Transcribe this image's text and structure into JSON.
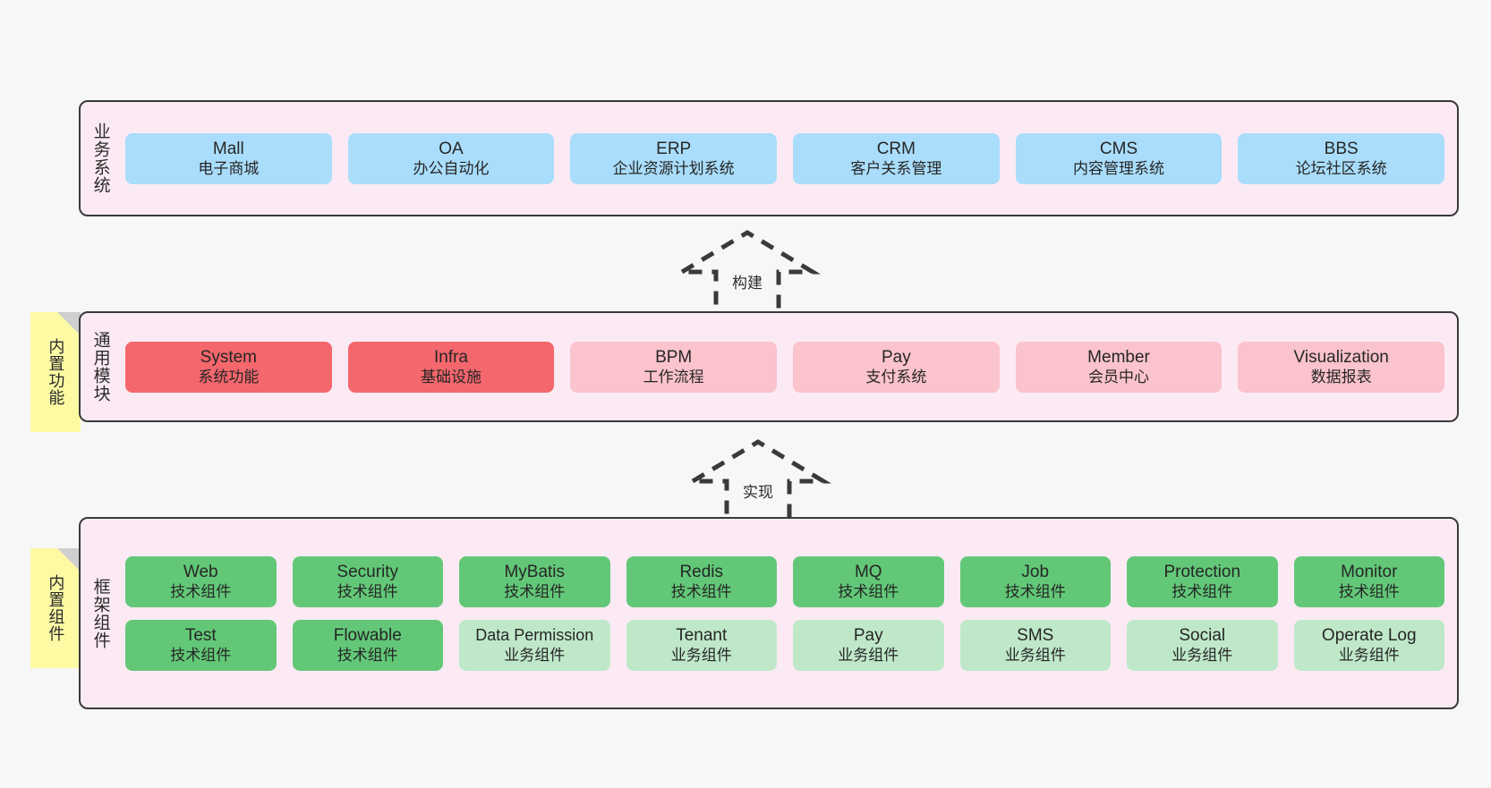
{
  "diagram": {
    "background": "#f7f7f7",
    "panel_bg": "#fbeaf4",
    "panel_border": "#3a3a3a",
    "note_bg": "#fdfaa4"
  },
  "layers": [
    {
      "id": "business",
      "title": "业务系统",
      "note": null,
      "rows": [
        [
          {
            "name": "Mall",
            "sub": "电子商城",
            "color": "#a9ddfb",
            "style": "c-blue"
          },
          {
            "name": "OA",
            "sub": "办公自动化",
            "color": "#a9ddfb",
            "style": "c-blue"
          },
          {
            "name": "ERP",
            "sub": "企业资源计划系统",
            "color": "#a9ddfb",
            "style": "c-blue"
          },
          {
            "name": "CRM",
            "sub": "客户关系管理",
            "color": "#a9ddfb",
            "style": "c-blue"
          },
          {
            "name": "CMS",
            "sub": "内容管理系统",
            "color": "#a9ddfb",
            "style": "c-blue"
          },
          {
            "name": "BBS",
            "sub": "论坛社区系统",
            "color": "#a9ddfb",
            "style": "c-blue"
          }
        ]
      ]
    },
    {
      "id": "common",
      "title": "通用模块",
      "note": "内置功能",
      "rows": [
        [
          {
            "name": "System",
            "sub": "系统功能",
            "color": "#f4676d",
            "style": "c-red"
          },
          {
            "name": "Infra",
            "sub": "基础设施",
            "color": "#f4676d",
            "style": "c-red"
          },
          {
            "name": "BPM",
            "sub": "工作流程",
            "color": "#fbc3cc",
            "style": "c-pink"
          },
          {
            "name": "Pay",
            "sub": "支付系统",
            "color": "#fbc3cc",
            "style": "c-pink"
          },
          {
            "name": "Member",
            "sub": "会员中心",
            "color": "#fbc3cc",
            "style": "c-pink"
          },
          {
            "name": "Visualization",
            "sub": "数据报表",
            "color": "#fbc3cc",
            "style": "c-pink"
          }
        ]
      ]
    },
    {
      "id": "framework",
      "title": "框架组件",
      "note": "内置组件",
      "rows": [
        [
          {
            "name": "Web",
            "sub": "技术组件",
            "color": "#62c878",
            "style": "c-green"
          },
          {
            "name": "Security",
            "sub": "技术组件",
            "color": "#62c878",
            "style": "c-green"
          },
          {
            "name": "MyBatis",
            "sub": "技术组件",
            "color": "#62c878",
            "style": "c-green"
          },
          {
            "name": "Redis",
            "sub": "技术组件",
            "color": "#62c878",
            "style": "c-green"
          },
          {
            "name": "MQ",
            "sub": "技术组件",
            "color": "#62c878",
            "style": "c-green"
          },
          {
            "name": "Job",
            "sub": "技术组件",
            "color": "#62c878",
            "style": "c-green"
          },
          {
            "name": "Protection",
            "sub": "技术组件",
            "color": "#62c878",
            "style": "c-green"
          },
          {
            "name": "Monitor",
            "sub": "技术组件",
            "color": "#62c878",
            "style": "c-green"
          }
        ],
        [
          {
            "name": "Test",
            "sub": "技术组件",
            "color": "#62c878",
            "style": "c-green"
          },
          {
            "name": "Flowable",
            "sub": "技术组件",
            "color": "#62c878",
            "style": "c-green"
          },
          {
            "name": "Data Permission",
            "sub": "业务组件",
            "color": "#bfe8c9",
            "style": "c-lightgrn"
          },
          {
            "name": "Tenant",
            "sub": "业务组件",
            "color": "#bfe8c9",
            "style": "c-lightgrn"
          },
          {
            "name": "Pay",
            "sub": "业务组件",
            "color": "#bfe8c9",
            "style": "c-lightgrn"
          },
          {
            "name": "SMS",
            "sub": "业务组件",
            "color": "#bfe8c9",
            "style": "c-lightgrn"
          },
          {
            "name": "Social",
            "sub": "业务组件",
            "color": "#bfe8c9",
            "style": "c-lightgrn"
          },
          {
            "name": "Operate Log",
            "sub": "业务组件",
            "color": "#bfe8c9",
            "style": "c-lightgrn"
          }
        ]
      ]
    }
  ],
  "connectors": [
    {
      "id": "build",
      "label": "构建",
      "from": "common",
      "to": "business",
      "style": "dashed-hollow-arrow-up"
    },
    {
      "id": "implement",
      "label": "实现",
      "from": "framework",
      "to": "common",
      "style": "dashed-hollow-arrow-up"
    }
  ]
}
